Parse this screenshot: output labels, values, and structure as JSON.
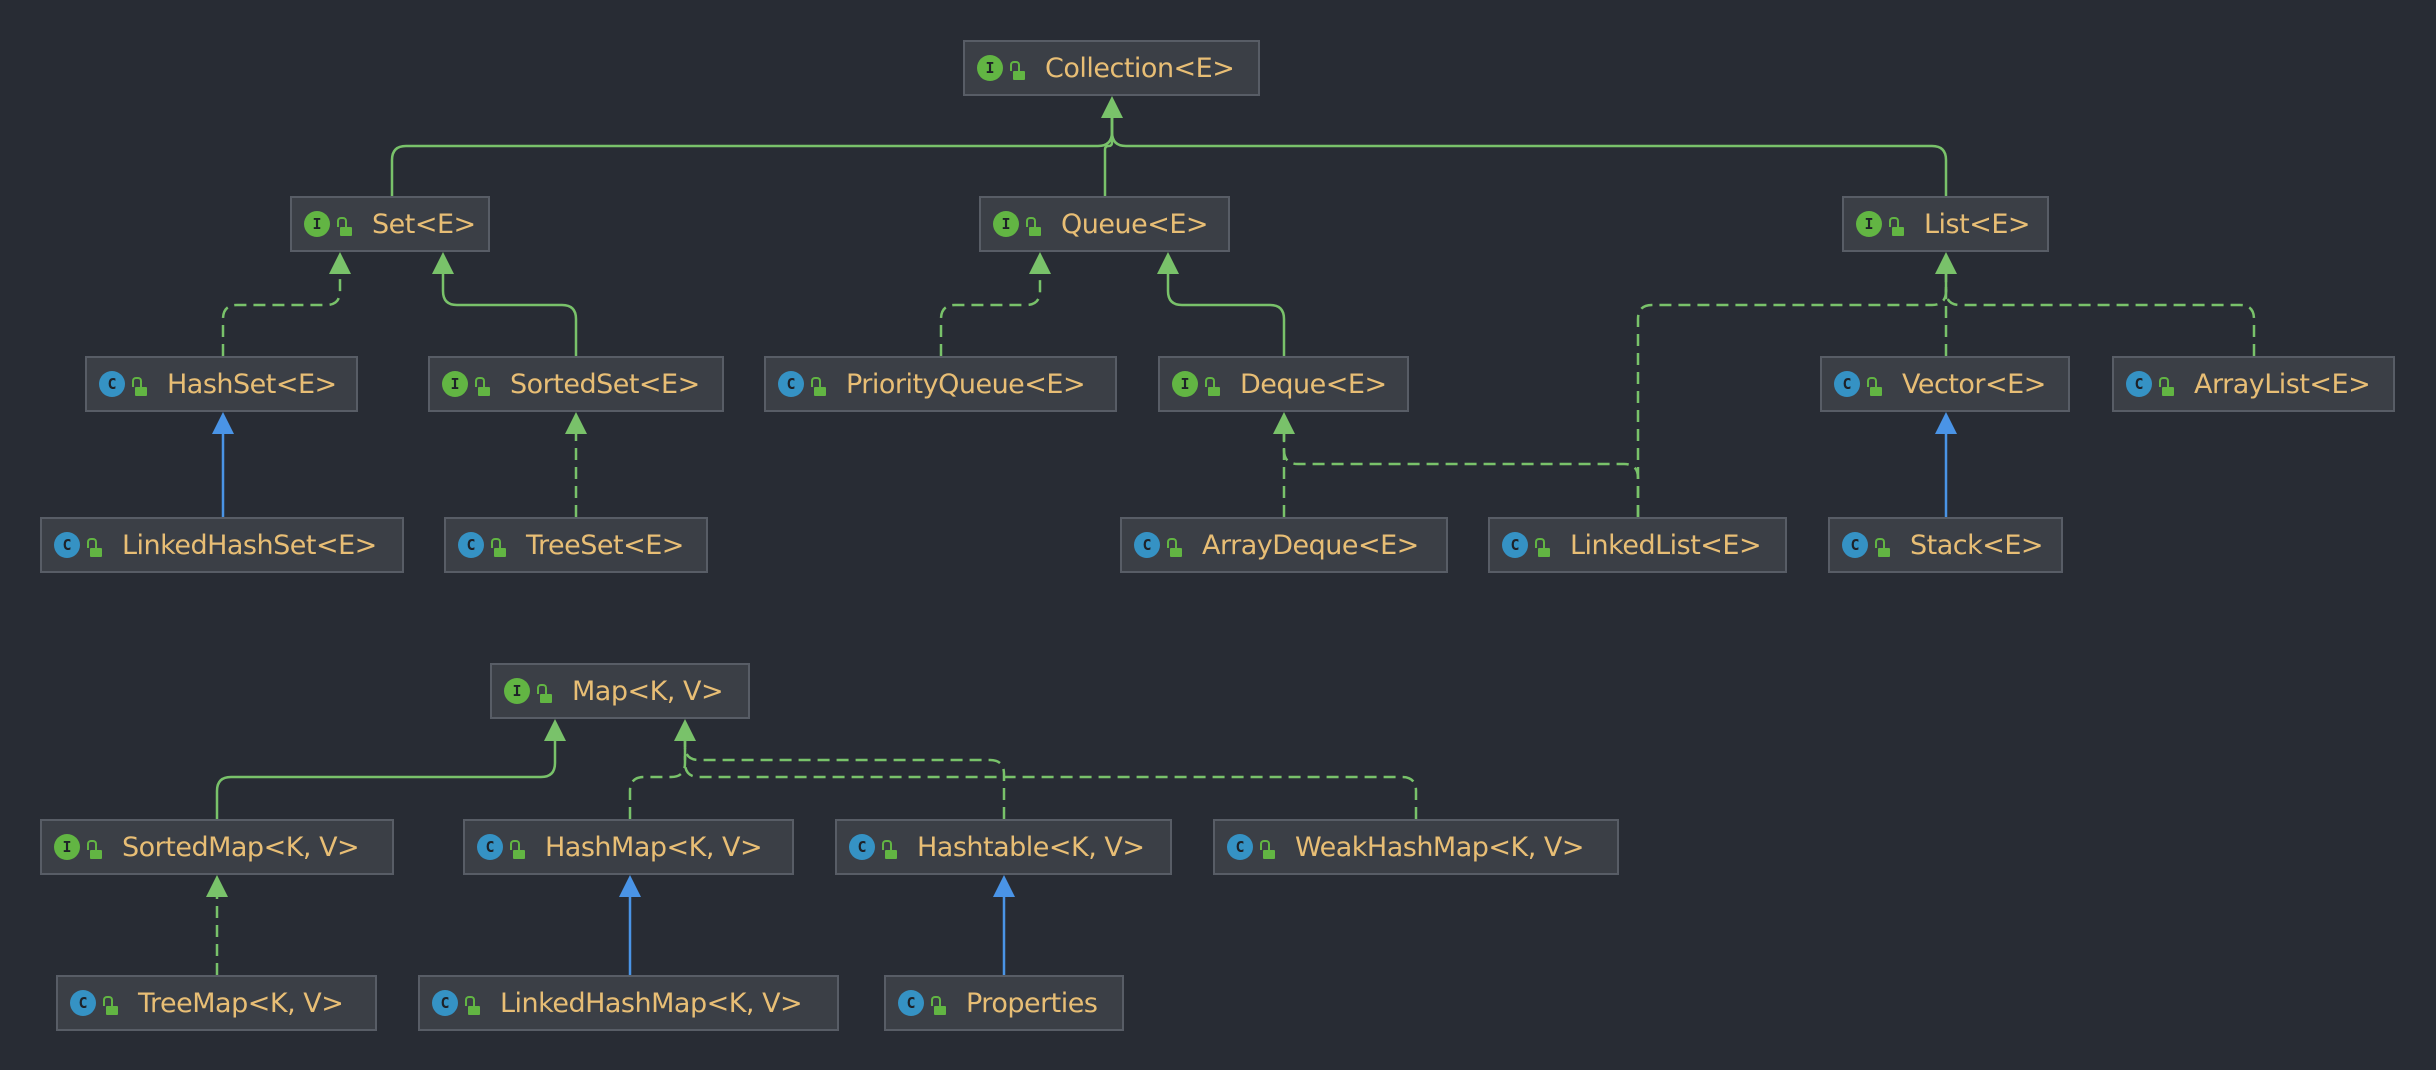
{
  "colors": {
    "background": "#282c34",
    "node_fill": "#3b3f46",
    "node_border": "#585d66",
    "label": "#e8be75",
    "interface_badge": "#62b543",
    "class_badge": "#3592c4",
    "extends_interface_edge": "#79c26a",
    "extends_class_edge": "#4a94e6"
  },
  "nodes": [
    {
      "id": "collection",
      "label": "Collection<E>",
      "kind": "interface",
      "badge": "I"
    },
    {
      "id": "set",
      "label": "Set<E>",
      "kind": "interface",
      "badge": "I"
    },
    {
      "id": "queue",
      "label": "Queue<E>",
      "kind": "interface",
      "badge": "I"
    },
    {
      "id": "list",
      "label": "List<E>",
      "kind": "interface",
      "badge": "I"
    },
    {
      "id": "hashset",
      "label": "HashSet<E>",
      "kind": "class",
      "badge": "C"
    },
    {
      "id": "sortedset",
      "label": "SortedSet<E>",
      "kind": "interface",
      "badge": "I"
    },
    {
      "id": "priorityqueue",
      "label": "PriorityQueue<E>",
      "kind": "class",
      "badge": "C"
    },
    {
      "id": "deque",
      "label": "Deque<E>",
      "kind": "interface",
      "badge": "I"
    },
    {
      "id": "vector",
      "label": "Vector<E>",
      "kind": "class",
      "badge": "C"
    },
    {
      "id": "arraylist",
      "label": "ArrayList<E>",
      "kind": "class",
      "badge": "C"
    },
    {
      "id": "linkedhashset",
      "label": "LinkedHashSet<E>",
      "kind": "class",
      "badge": "C"
    },
    {
      "id": "treeset",
      "label": "TreeSet<E>",
      "kind": "class",
      "badge": "C"
    },
    {
      "id": "arraydeque",
      "label": "ArrayDeque<E>",
      "kind": "class",
      "badge": "C"
    },
    {
      "id": "linkedlist",
      "label": "LinkedList<E>",
      "kind": "class",
      "badge": "C"
    },
    {
      "id": "stack",
      "label": "Stack<E>",
      "kind": "class",
      "badge": "C"
    },
    {
      "id": "map",
      "label": "Map<K, V>",
      "kind": "interface",
      "badge": "I"
    },
    {
      "id": "sortedmap",
      "label": "SortedMap<K, V>",
      "kind": "interface",
      "badge": "I"
    },
    {
      "id": "hashmap",
      "label": "HashMap<K, V>",
      "kind": "class",
      "badge": "C"
    },
    {
      "id": "hashtable",
      "label": "Hashtable<K, V>",
      "kind": "class",
      "badge": "C"
    },
    {
      "id": "weakhashmap",
      "label": "WeakHashMap<K, V>",
      "kind": "class",
      "badge": "C"
    },
    {
      "id": "treemap",
      "label": "TreeMap<K, V>",
      "kind": "class",
      "badge": "C"
    },
    {
      "id": "linkedhashmap",
      "label": "LinkedHashMap<K, V>",
      "kind": "class",
      "badge": "C"
    },
    {
      "id": "properties",
      "label": "Properties",
      "kind": "class",
      "badge": "C"
    }
  ],
  "edges": [
    {
      "from": "set",
      "to": "collection",
      "relation": "extends"
    },
    {
      "from": "queue",
      "to": "collection",
      "relation": "extends"
    },
    {
      "from": "list",
      "to": "collection",
      "relation": "extends"
    },
    {
      "from": "hashset",
      "to": "set",
      "relation": "implements"
    },
    {
      "from": "sortedset",
      "to": "set",
      "relation": "extends"
    },
    {
      "from": "priorityqueue",
      "to": "queue",
      "relation": "implements"
    },
    {
      "from": "deque",
      "to": "queue",
      "relation": "extends"
    },
    {
      "from": "linkedlist",
      "to": "list",
      "relation": "implements"
    },
    {
      "from": "vector",
      "to": "list",
      "relation": "implements"
    },
    {
      "from": "arraylist",
      "to": "list",
      "relation": "implements"
    },
    {
      "from": "linkedhashset",
      "to": "hashset",
      "relation": "extends-class"
    },
    {
      "from": "treeset",
      "to": "sortedset",
      "relation": "implements"
    },
    {
      "from": "arraydeque",
      "to": "deque",
      "relation": "implements"
    },
    {
      "from": "linkedlist",
      "to": "deque",
      "relation": "implements"
    },
    {
      "from": "stack",
      "to": "vector",
      "relation": "extends-class"
    },
    {
      "from": "sortedmap",
      "to": "map",
      "relation": "extends"
    },
    {
      "from": "hashmap",
      "to": "map",
      "relation": "implements"
    },
    {
      "from": "hashtable",
      "to": "map",
      "relation": "implements"
    },
    {
      "from": "weakhashmap",
      "to": "map",
      "relation": "implements"
    },
    {
      "from": "treemap",
      "to": "sortedmap",
      "relation": "implements"
    },
    {
      "from": "linkedhashmap",
      "to": "hashmap",
      "relation": "extends-class"
    },
    {
      "from": "properties",
      "to": "hashtable",
      "relation": "extends-class"
    }
  ]
}
